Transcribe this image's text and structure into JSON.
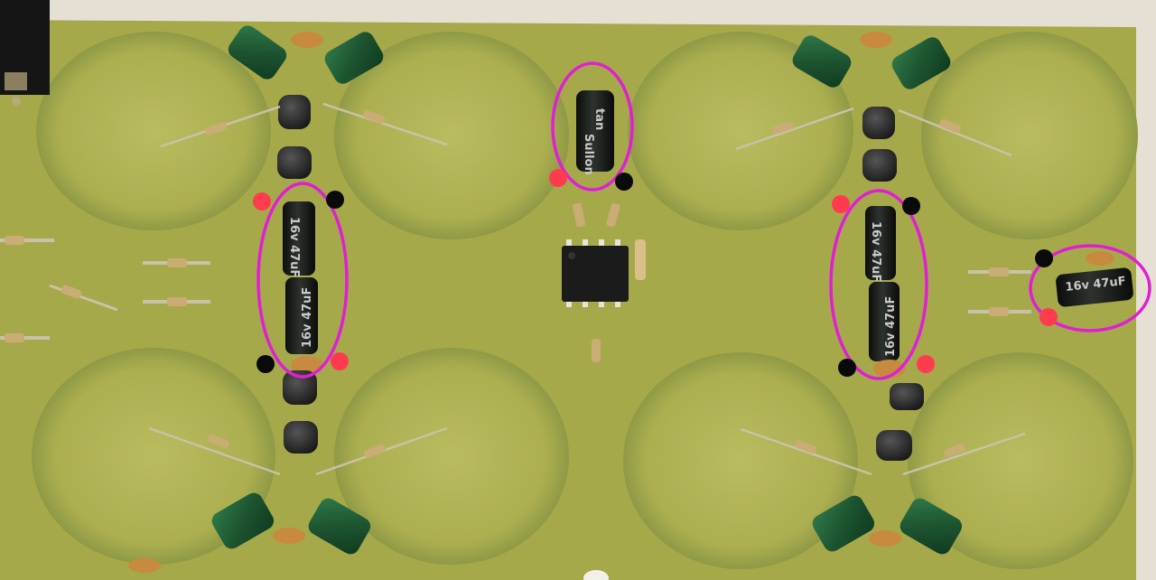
{
  "photo": {
    "colors": {
      "board": "#a8ab4a",
      "board_dark": "#8e9238",
      "pad_area": "#b3b65a",
      "background": "#e9e3d8",
      "highlight": "#e01fd4",
      "positive_marker": "#ff3b4e",
      "negative_marker": "#0a0a0a",
      "electrolytic": "#1c1f1c",
      "film_cap": "#1e5a32",
      "ceramic_cap": "#c88a3e",
      "transistor": "#2a2a2a",
      "resistor": "#d9c08a"
    },
    "labels": {
      "cap_center": "Sullon",
      "cap_center_2": "tan",
      "cap_left_top": "16v 47uF",
      "cap_left_bottom": "16v 47uF",
      "cap_right_top": "16v 47uF",
      "cap_right_bottom": "16v 47uF",
      "cap_far_right": "16v 47uF"
    }
  }
}
